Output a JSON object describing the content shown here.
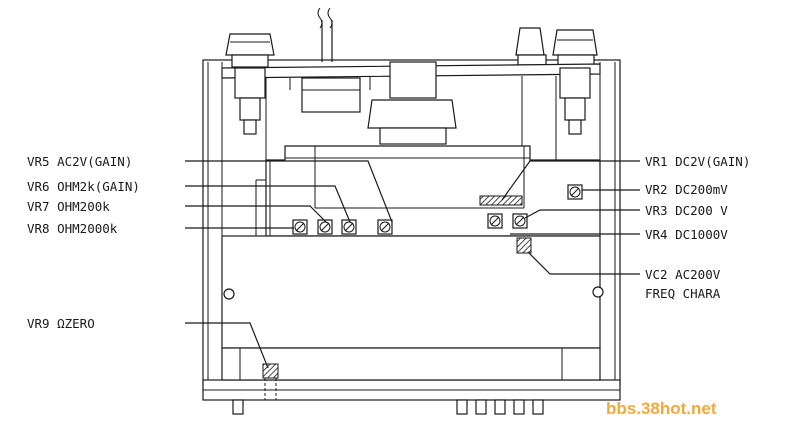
{
  "labels": {
    "vr5": "VR5 AC2V(GAIN)",
    "vr6": "VR6 OHM2k(GAIN)",
    "vr7": "VR7 OHM200k",
    "vr8": "VR8 OHM2000k",
    "vr9": "VR9 ΩZERO",
    "vr1": "VR1 DC2V(GAIN)",
    "vr2": "VR2 DC200mV",
    "vr3": "VR3 DC200 V",
    "vr4": "VR4 DC1000V",
    "vc2_line1": "VC2 AC200V",
    "vc2_line2": "FREQ CHARA"
  },
  "watermark": "bbs.38hot.net"
}
